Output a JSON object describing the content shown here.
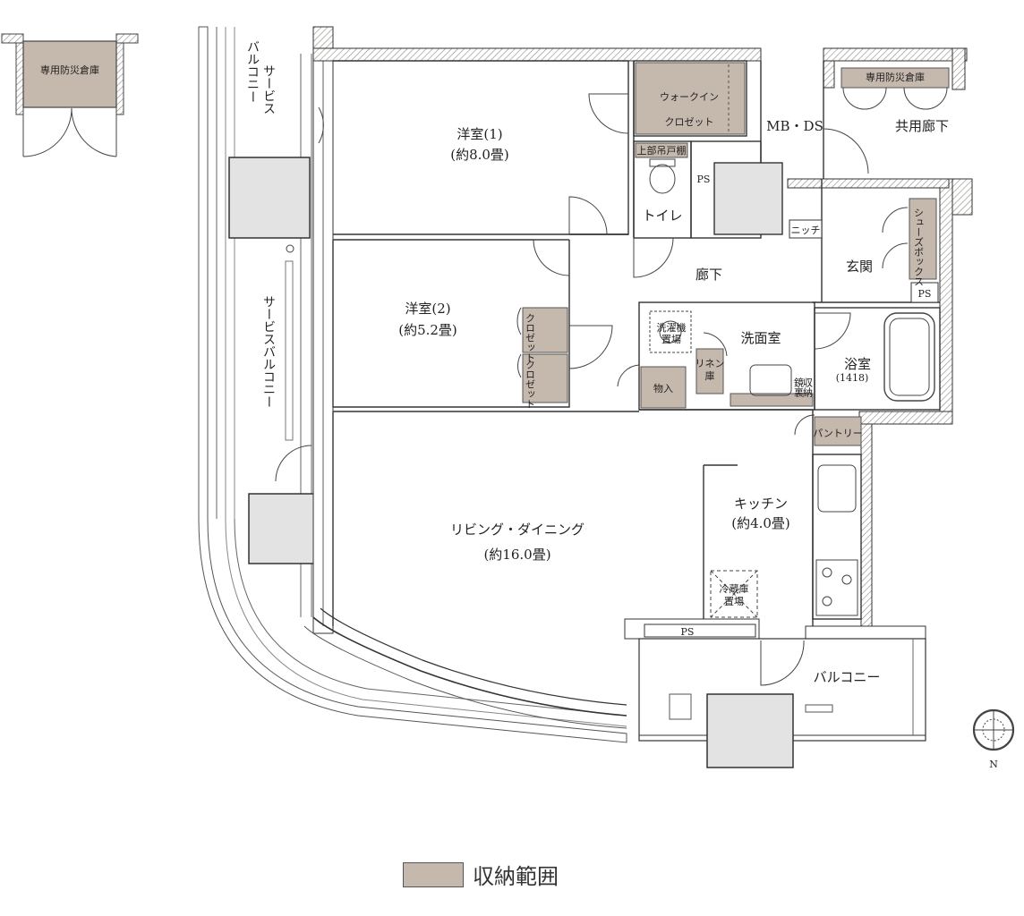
{
  "colors": {
    "storage": "#c5b8ad",
    "wall": "#ffffff",
    "wall_hatch": "#9a8f88",
    "line": "#3a3a3a",
    "shaft": "#e3e3e3"
  },
  "rooms": {
    "western_room_1": {
      "name": "洋室(1)",
      "area": "(約8.0畳)"
    },
    "western_room_2": {
      "name": "洋室(2)",
      "area": "(約5.2畳)"
    },
    "living_dining": {
      "name": "リビング・ダイニング",
      "area": "(約16.0畳)"
    },
    "kitchen": {
      "name": "キッチン",
      "area": "(約4.0畳)"
    },
    "toilet": "トイレ",
    "corridor": "廊下",
    "entrance": "玄関",
    "washroom": "洗面室",
    "bathroom": {
      "name": "浴室",
      "size": "(1418)"
    },
    "mb_ds": "MB・DS",
    "common_corridor": "共用廊下",
    "balcony": "バルコニー",
    "service_balcony_top": [
      "サービス",
      "バルコニー"
    ],
    "service_balcony_side": "サービスバルコニー"
  },
  "storage_labels": {
    "walk_in_closet": [
      "ウォークイン",
      "クロゼット"
    ],
    "upper_cabinet": "上部吊戸棚",
    "closet": "クロゼット",
    "shoe_box": "シューズボックス",
    "pantry": "パントリー",
    "storage": "物入",
    "linen": [
      "リネン",
      "庫"
    ],
    "disaster_storage": "専用防災倉庫",
    "disaster_storage_inset": "専用防災倉庫"
  },
  "fixtures": {
    "ps": "PS",
    "niche": "ニッチ",
    "washer": [
      "洗濯機",
      "置場"
    ],
    "fridge": [
      "冷蔵庫",
      "置場"
    ],
    "mirror_storage": [
      "鏡裏",
      "収納"
    ]
  },
  "compass": {
    "north": "N"
  },
  "legend": {
    "label": "収納範囲"
  }
}
